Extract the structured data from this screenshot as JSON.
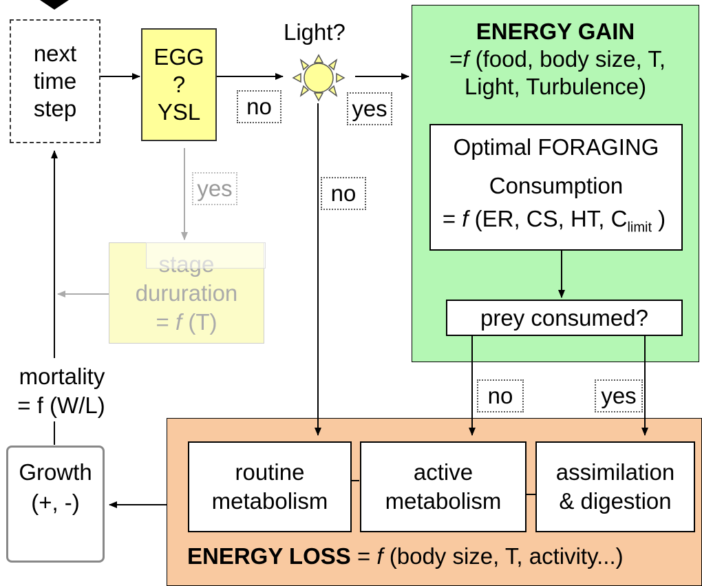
{
  "next_step": {
    "line1": "next",
    "line2": "time",
    "line3": "step"
  },
  "egg": {
    "line1": "EGG",
    "line2": "?",
    "line3": "YSL"
  },
  "light": {
    "label": "Light?"
  },
  "labels": {
    "no": "no",
    "yes": "yes"
  },
  "energy_gain": {
    "title": "ENERGY GAIN",
    "eq_prefix": "=",
    "f": "f",
    "eq_args": " (food, body size, T,",
    "eq_line2": "Light, Turbulence)"
  },
  "foraging": {
    "line1": "Optimal FORAGING",
    "line2": "Consumption",
    "eq_prefix": "= ",
    "f": "f",
    "eq_args": " (ER, CS, HT, C",
    "sub": "limit",
    "eq_close": " )"
  },
  "prey": {
    "label": "prey consumed?"
  },
  "stage": {
    "line1": "stage",
    "line2": "dururation",
    "eq_prefix": "= ",
    "f": "f",
    "eq_args": " (T)"
  },
  "mortality": {
    "line1": "mortality",
    "line2": "= f (W/L)"
  },
  "growth": {
    "line1": "Growth",
    "line2": "(+, -)"
  },
  "routine": {
    "line1": "routine",
    "line2": "metabolism"
  },
  "active": {
    "line1": "active",
    "line2": "metabolism"
  },
  "assimilation": {
    "line1": "assimilation",
    "line2": "& digestion"
  },
  "energy_loss": {
    "title": "ENERGY LOSS",
    "eq_prefix": " = ",
    "f": "f",
    "eq_args": " (body size, T, activity...)"
  },
  "colors": {
    "energy_gain_bg": "#b4f7b4",
    "energy_loss_bg": "#f9c9a0",
    "egg_bg": "#ffff99",
    "stage_bg": "#fcfcc8",
    "sun": "#ffff99",
    "faded": "#aaaaaa"
  }
}
